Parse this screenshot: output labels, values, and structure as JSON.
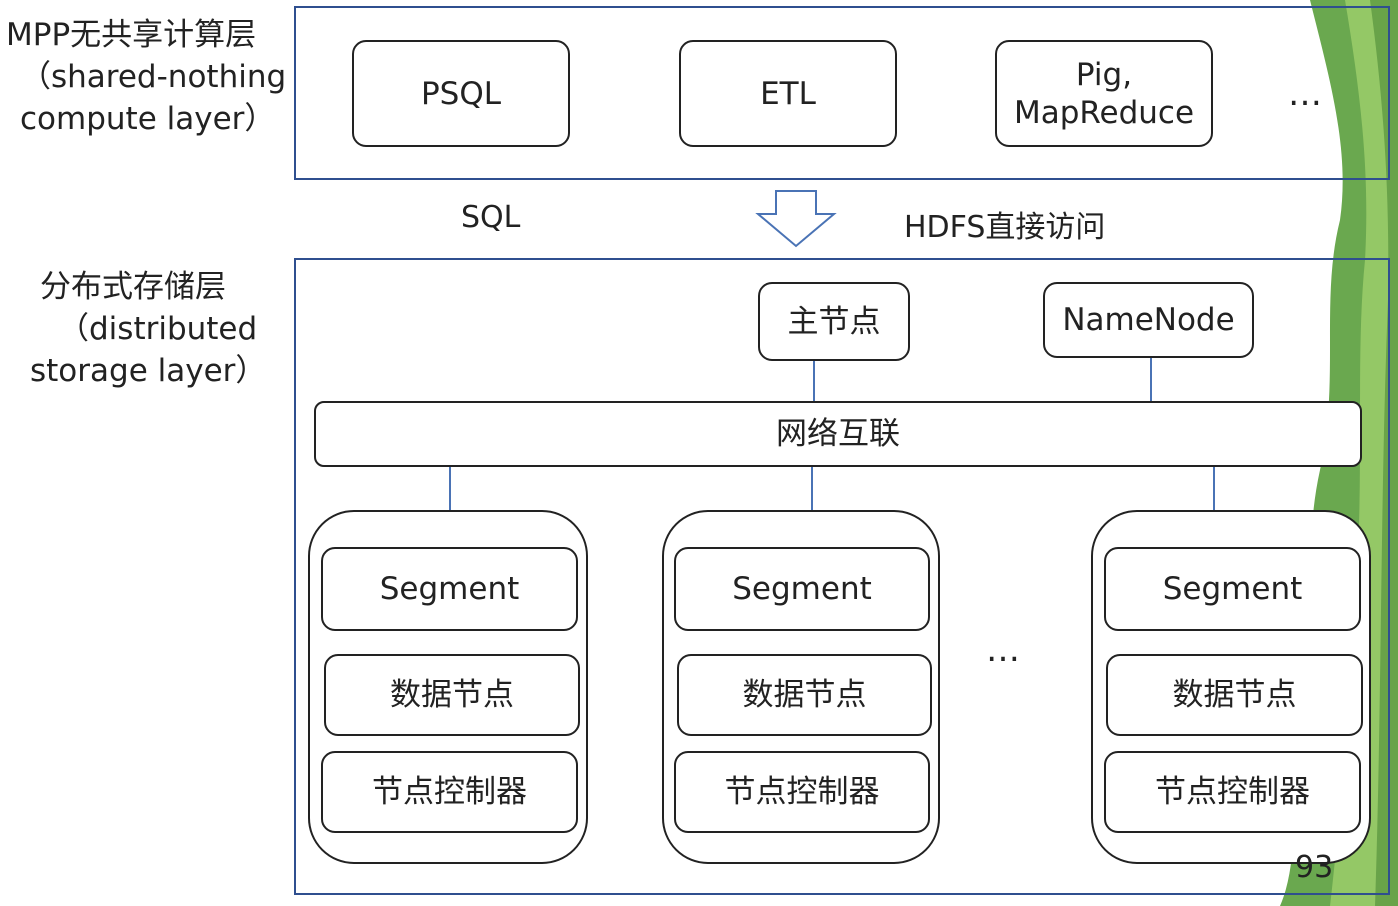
{
  "compute_layer": {
    "label_cn": "MPP无共享计算层",
    "label_en_1": "（shared-nothing",
    "label_en_2": "compute layer）",
    "engines": [
      "PSQL",
      "ETL",
      "Pig,\nMapReduce"
    ],
    "more": "…"
  },
  "flow": {
    "sql": "SQL",
    "hdfs": "HDFS直接访问"
  },
  "storage_layer": {
    "label_cn": "分布式存储层",
    "label_en_1": "（distributed",
    "label_en_2": "storage layer）",
    "master": "主节点",
    "namenode": "NameNode",
    "interconnect": "网络互联",
    "segment_groups": [
      {
        "segment": "Segment",
        "data_node": "数据节点",
        "controller": "节点控制器"
      },
      {
        "segment": "Segment",
        "data_node": "数据节点",
        "controller": "节点控制器"
      },
      {
        "segment": "Segment",
        "data_node": "数据节点",
        "controller": "节点控制器"
      }
    ],
    "more": "…"
  },
  "page_number": "93",
  "colors": {
    "layer_border": "#2f4f8f",
    "connector": "#4a73b5",
    "decor_green": "#6aa84f"
  }
}
